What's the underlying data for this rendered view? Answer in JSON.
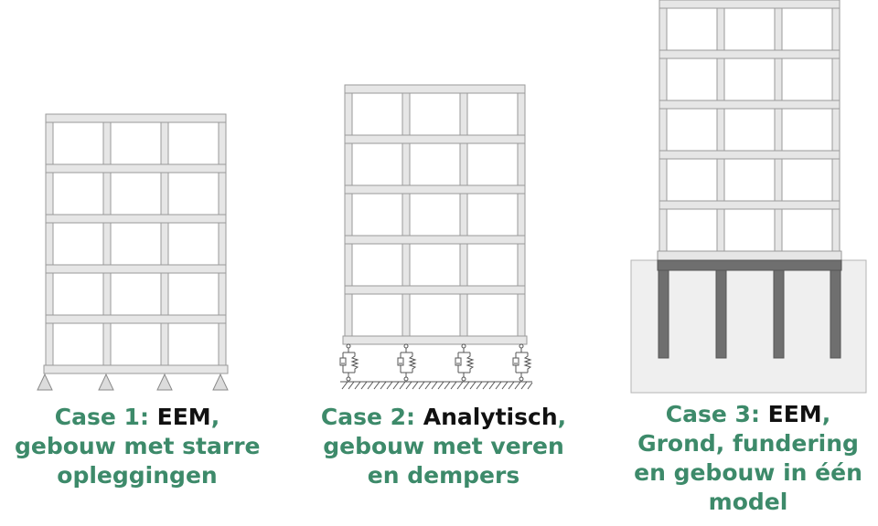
{
  "colors": {
    "accent": "#3d8a6a",
    "frame_fill": "#e6e6e6",
    "frame_stroke": "#9a9a9a",
    "soil_fill": "#efefef",
    "foundation": "#6f6f6f"
  },
  "cases": [
    {
      "prefix": "Case 1: ",
      "method": "EEM",
      "suffix": ",",
      "lines": [
        "gebouw met starre",
        "opleggingen"
      ]
    },
    {
      "prefix": "Case 2: ",
      "method": "Analytisch",
      "suffix": ",",
      "lines": [
        "gebouw met veren",
        "en dempers"
      ]
    },
    {
      "prefix": "Case 3: ",
      "method": "EEM",
      "suffix": ",",
      "lines": [
        "Grond, fundering",
        "en gebouw in één",
        "model"
      ]
    }
  ]
}
